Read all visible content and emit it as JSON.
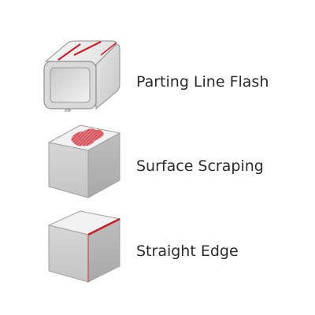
{
  "colors": {
    "accent_red": "#c8202a",
    "face_light": "#eeeeee",
    "face_mid": "#d3d3d3",
    "face_dark": "#b9b9b9",
    "outline": "#8f8f8f",
    "text": "#2b2b2b"
  },
  "items": [
    {
      "icon": "square-tube-flash-icon",
      "label": "Parting Line Flash"
    },
    {
      "icon": "cube-surface-scrape-icon",
      "label": "Surface Scraping"
    },
    {
      "icon": "cube-straight-edge-icon",
      "label": "Straight Edge"
    }
  ]
}
